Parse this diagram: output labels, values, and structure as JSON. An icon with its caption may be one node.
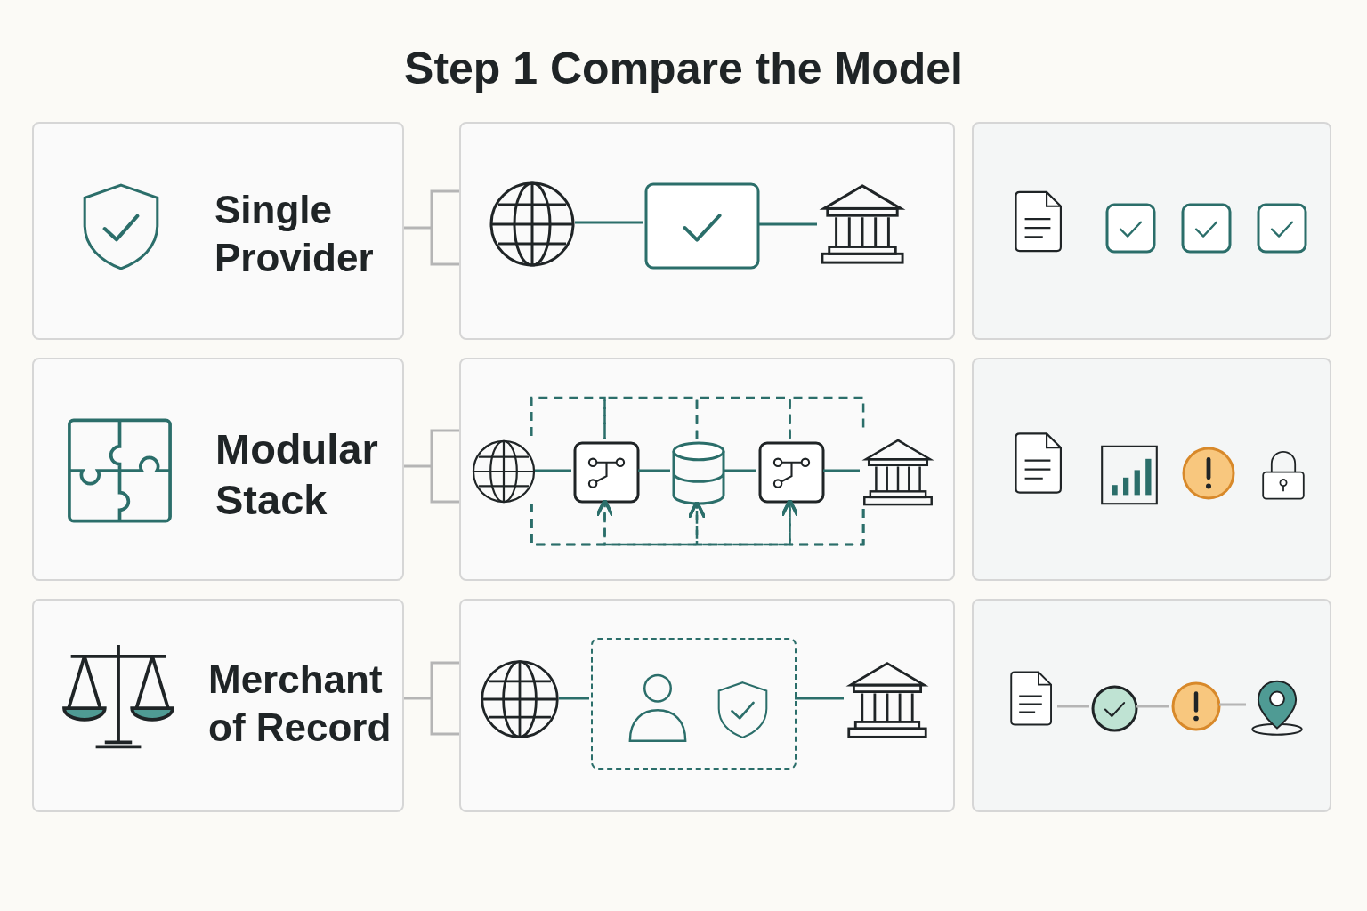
{
  "diagram": {
    "title": "Step 1 Compare the Model",
    "nodes": [
      {
        "text": [
          "Single Provider"
        ]
      },
      {
        "text": [],
        "shape": "box"
      },
      {
        "text": [],
        "shape": "picture",
        "in": 1
      },
      {
        "text": [],
        "shape": "box",
        "in": 1
      },
      {
        "text": [],
        "shape": "picture",
        "in": 1
      },
      {
        "text": [],
        "shape": "box"
      },
      {
        "text": [
          "Modular Stack"
        ]
      },
      {
        "text": [],
        "shape": "box"
      },
      {
        "text": [],
        "shape": "picture",
        "in": 7
      },
      {
        "text": [],
        "shape": "box",
        "in": 7
      },
      {
        "text": [],
        "shape": "cylinder",
        "in": 7
      },
      {
        "text": [],
        "shape": "box",
        "in": 7
      },
      {
        "text": [],
        "shape": "picture",
        "in": 7
      },
      {
        "text": [],
        "shape": "box"
      },
      {
        "text": [
          "Merchant of Record"
        ]
      },
      {
        "text": [],
        "shape": "box"
      },
      {
        "text": [],
        "shape": "picture",
        "in": 15
      },
      {
        "text": [],
        "shape": "box",
        "in": 15
      },
      {
        "text": [],
        "shape": "person",
        "in": 17
      },
      {
        "text": [],
        "shape": "picture",
        "in": 17
      },
      {
        "text": [],
        "shape": "picture",
        "in": 15
      },
      {
        "text": [],
        "shape": "box"
      },
      {
        "text": [],
        "shape": "picture",
        "in": 21
      },
      {
        "text": [],
        "shape": "circle",
        "in": 21
      },
      {
        "text": [],
        "shape": "circle",
        "in": 21
      },
      {
        "text": [],
        "shape": "picture",
        "in": 21
      }
    ],
    "edges": [
      {
        "from": 0,
        "to": 1,
        "arrow": "none",
        "color": "#b5b5b5"
      },
      {
        "from": 2,
        "to": 3,
        "arrow": "none"
      },
      {
        "from": 3,
        "to": 4,
        "arrow": "none"
      },
      {
        "from": 6,
        "to": 7,
        "arrow": "none",
        "color": "#b5b5b5"
      },
      {
        "from": 8,
        "to": 9,
        "arrow": "none"
      },
      {
        "from": 9,
        "to": 10,
        "arrow": "none"
      },
      {
        "from": 10,
        "to": 11,
        "arrow": "none"
      },
      {
        "from": 11,
        "to": 12,
        "arrow": "none"
      },
      {
        "from": 8,
        "to": 9,
        "arrow": "none",
        "style": "dashed"
      },
      {
        "from": 9,
        "to": 10,
        "arrow": "none",
        "style": "dashed"
      },
      {
        "from": 10,
        "to": 11,
        "arrow": "none",
        "style": "dashed"
      },
      {
        "from": 11,
        "to": 12,
        "arrow": "none",
        "style": "dashed"
      },
      {
        "from": 8,
        "to": 9,
        "arrow": "to",
        "style": "dashed"
      },
      {
        "from": 8,
        "to": 10,
        "arrow": "to",
        "style": "dashed"
      },
      {
        "from": 8,
        "to": 11,
        "arrow": "to",
        "style": "dashed"
      },
      {
        "from": 12,
        "to": 9,
        "arrow": "to",
        "style": "dashed"
      },
      {
        "from": 12,
        "to": 10,
        "arrow": "to",
        "style": "dashed"
      },
      {
        "from": 12,
        "to": 11,
        "arrow": "to",
        "style": "dashed"
      },
      {
        "from": 14,
        "to": 15,
        "arrow": "none",
        "color": "#b5b5b5"
      },
      {
        "from": 16,
        "to": 17,
        "arrow": "none"
      },
      {
        "from": 17,
        "to": 20,
        "arrow": "none"
      },
      {
        "from": 22,
        "to": 23,
        "arrow": "none",
        "color": "#b5b5b5"
      },
      {
        "from": 23,
        "to": 24,
        "arrow": "none",
        "color": "#b5b5b5"
      },
      {
        "from": 24,
        "to": 25,
        "arrow": "none",
        "color": "#b5b5b5"
      }
    ]
  }
}
